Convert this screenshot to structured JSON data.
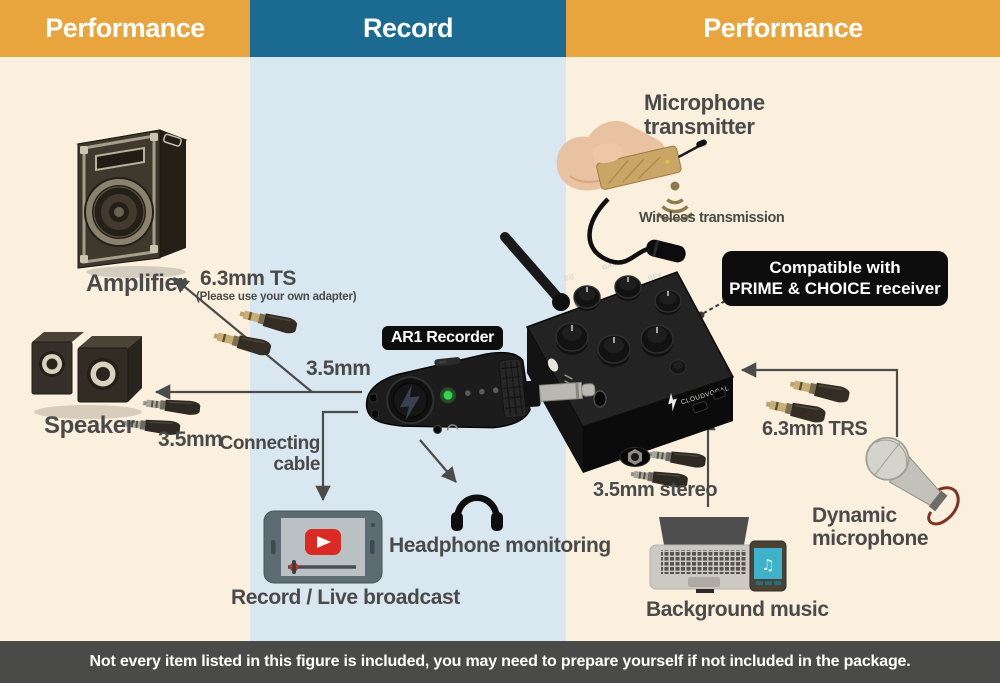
{
  "header": {
    "sections": [
      {
        "label": "Performance",
        "color": "#e8a43d"
      },
      {
        "label": "Record",
        "color": "#1a6a92"
      },
      {
        "label": "Performance",
        "color": "#e8a43d"
      }
    ]
  },
  "labels": {
    "amplifier": "Amplifier",
    "speaker": "Speaker",
    "ts63": "6.3mm TS",
    "adapter_note": "(Please use your own adapter)",
    "mm35_recorder": "3.5mm",
    "mm35_speaker": "3.5mm",
    "connecting_cable": "Connecting\ncable",
    "record_broadcast": "Record / Live broadcast",
    "headphone_monitoring": "Headphone monitoring",
    "mic_transmitter": "Microphone\ntransmitter",
    "wireless": "Wireless transmission",
    "compatible": "Compatible with\nPRIME & CHOICE receiver",
    "ar1_badge": "AR1 Recorder",
    "stereo35": "3.5mm stereo",
    "trs63": "6.3mm TRS",
    "dynamic_mic": "Dynamic microphone",
    "background_music": "Background music"
  },
  "footer": {
    "note": "Not every item listed in this figure is included, you may need to prepare yourself if not included in the package."
  },
  "icons": {
    "wifi_icon": "wireless-signal-arcs",
    "lightning_icon": "lightning-bolt",
    "play_icon": "youtube-play",
    "music_note_icon": "music-note",
    "headphones_icon": "headphones",
    "jack_35mm_icon": "3.5mm-plug",
    "jack_63mm_icon": "6.3mm-plug"
  },
  "colors": {
    "header_orange": "#e8a43d",
    "header_blue": "#1a6a92",
    "bg_cream": "#faf0dd",
    "bg_light_blue": "#d9e7f1",
    "footer_gray": "#4a4a48",
    "label_gray": "#4a4a4a",
    "youtube_red": "#da2a23",
    "led_green": "#39d14f",
    "wifi_tan": "#8d7b50"
  }
}
